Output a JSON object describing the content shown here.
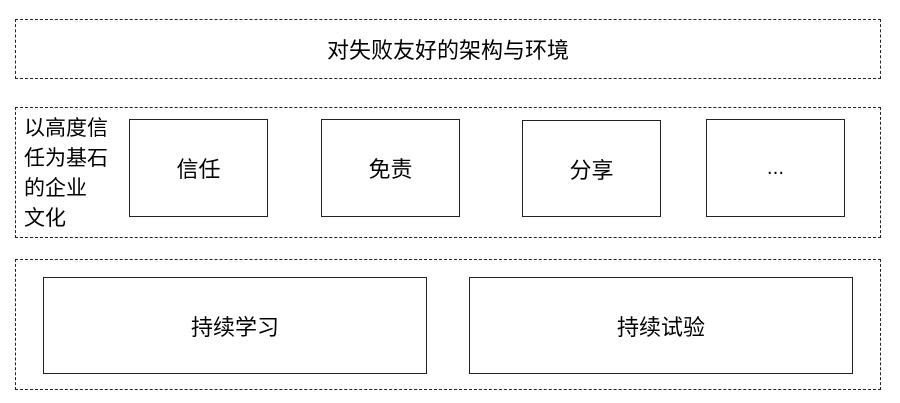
{
  "top": {
    "title": "对失败友好的架构与环境"
  },
  "culture": {
    "label_lines": [
      "以高度信",
      "任为基石",
      "的企业",
      "文化"
    ],
    "items": [
      "信任",
      "免责",
      "分享",
      "..."
    ]
  },
  "practices": {
    "items": [
      "持续学习",
      "持续试验"
    ]
  }
}
